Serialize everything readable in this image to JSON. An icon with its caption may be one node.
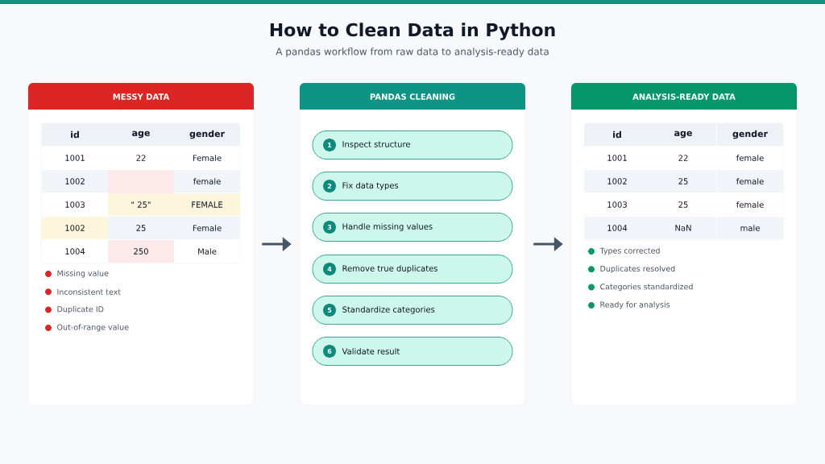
{
  "diagram": {
    "title": "How to Clean Data in Python",
    "caption": "A pandas workflow from raw data to analysis-ready data",
    "nodes": [
      {
        "text": [
          "MESSY DATA"
        ]
      },
      {
        "text": [
          "PANDAS CLEANING"
        ]
      },
      {
        "text": [
          "1",
          "Inspect structure"
        ],
        "in": 1
      },
      {
        "text": [
          "2",
          "Fix data types"
        ],
        "in": 1
      },
      {
        "text": [
          "3",
          "Handle missing values"
        ],
        "in": 1
      },
      {
        "text": [
          "4",
          "Remove true duplicates"
        ],
        "in": 1
      },
      {
        "text": [
          "5",
          "Standardize categories"
        ],
        "in": 1
      },
      {
        "text": [
          "6",
          "Validate result"
        ],
        "in": 1
      },
      {
        "text": [
          "ANALYSIS-READY DATA"
        ]
      }
    ],
    "edges": [
      {
        "from": 0,
        "to": 1,
        "arrow": "to"
      },
      {
        "from": 1,
        "to": 8,
        "arrow": "to"
      }
    ],
    "labels": [
      "id",
      "age",
      "gender",
      "1001",
      "22",
      "Female",
      "1002",
      "female",
      "1003",
      "\" 25\"",
      "FEMALE",
      "1002",
      "25",
      "Female",
      "1004",
      "250",
      "Male",
      "Missing value",
      "Inconsistent text",
      "Duplicate ID",
      "Out-of-range value",
      "id",
      "age",
      "gender",
      "1001",
      "22",
      "female",
      "1002",
      "25",
      "female",
      "1003",
      "25",
      "female",
      "1004",
      "NaN",
      "male",
      "Types corrected",
      "Duplicates resolved",
      "Categories standardized",
      "Ready for analysis"
    ]
  }
}
